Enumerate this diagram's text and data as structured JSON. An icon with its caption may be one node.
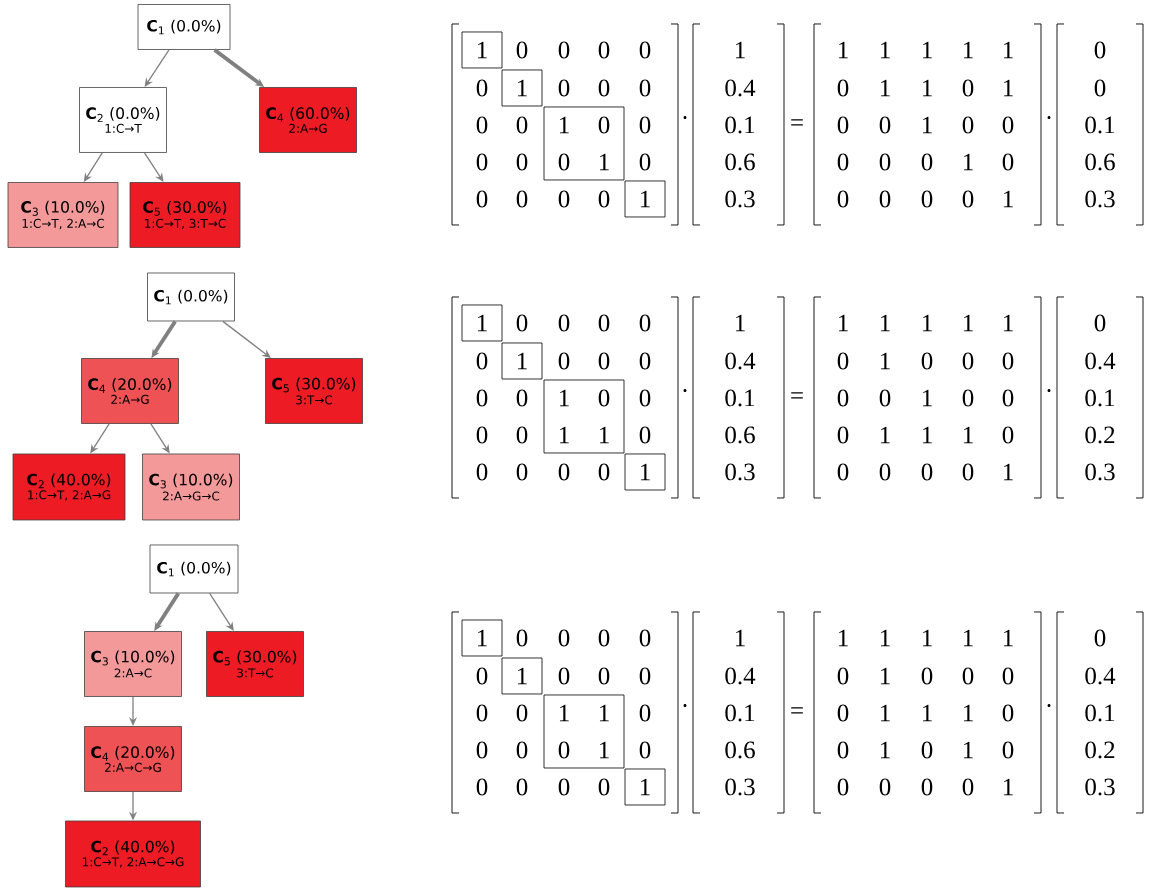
{
  "diagram": {
    "nodes": [
      {
        "text": [
          "**C**$_{1}$ (0.0%)"
        ]
      },
      {
        "text": [
          "**C**$_{2}$ (0.0%)",
          "1:C→T"
        ]
      },
      {
        "text": [
          "**C**$_{4}$ (60.0%)",
          "2:A→G"
        ]
      },
      {
        "text": [
          "**C**$_{3}$ (10.0%)",
          "1:C→T, 2:A→C"
        ]
      },
      {
        "text": [
          "**C**$_{5}$ (30.0%)",
          "1:C→T, 3:T→C"
        ]
      },
      {
        "text": [
          "**C**$_{1}$ (0.0%)"
        ]
      },
      {
        "text": [
          "**C**$_{4}$ (20.0%)",
          "2:A→G"
        ]
      },
      {
        "text": [
          "**C**$_{5}$ (30.0%)",
          "3:T→C"
        ]
      },
      {
        "text": [
          "**C**$_{2}$ (40.0%)",
          "1:C→T, 2:A→G"
        ]
      },
      {
        "text": [
          "**C**$_{3}$ (10.0%)",
          "2:A→G→C"
        ]
      },
      {
        "text": [
          "**C**$_{1}$ (0.0%)"
        ]
      },
      {
        "text": [
          "**C**$_{3}$ (10.0%)",
          "2:A→C"
        ]
      },
      {
        "text": [
          "**C**$_{5}$ (30.0%)",
          "3:T→C"
        ]
      },
      {
        "text": [
          "**C**$_{4}$ (20.0%)",
          "2:A→C→G"
        ]
      },
      {
        "text": [
          "**C**$_{2}$ (40.0%)",
          "1:C→T, 2:A→C→G"
        ]
      }
    ],
    "edges": [
      {
        "from": 0,
        "to": 1,
        "arrow": "to"
      },
      {
        "from": 0,
        "to": 2,
        "arrow": "to",
        "style": "thick"
      },
      {
        "from": 1,
        "to": 3,
        "arrow": "to"
      },
      {
        "from": 1,
        "to": 4,
        "arrow": "to"
      },
      {
        "from": 5,
        "to": 6,
        "arrow": "to",
        "style": "thick"
      },
      {
        "from": 5,
        "to": 7,
        "arrow": "to"
      },
      {
        "from": 6,
        "to": 8,
        "arrow": "to"
      },
      {
        "from": 6,
        "to": 9,
        "arrow": "to"
      },
      {
        "from": 10,
        "to": 11,
        "arrow": "to",
        "style": "thick"
      },
      {
        "from": 10,
        "to": 12,
        "arrow": "to"
      },
      {
        "from": 11,
        "to": 13,
        "arrow": "to"
      },
      {
        "from": 13,
        "to": 14,
        "arrow": "to"
      }
    ],
    "labels": [
      "1",
      "0",
      "0",
      "0",
      "0",
      "1",
      "1",
      "1",
      "1",
      "1",
      "1",
      "0",
      "0",
      "1",
      "0",
      "0",
      "0",
      "0.4",
      "0",
      "1",
      "1",
      "0",
      "1",
      "0",
      "0",
      "0",
      "1",
      "0",
      "0",
      "0.1",
      "0",
      "0",
      "1",
      "0",
      "0",
      "0.1",
      "0",
      "0",
      "0",
      "1",
      "0",
      "0.6",
      "0",
      "0",
      "0",
      "1",
      "0",
      "0.6",
      "0",
      "0",
      "0",
      "0",
      "1",
      "0.3",
      "0",
      "0",
      "0",
      "0",
      "1",
      "0.3",
      "·",
      "=",
      "·",
      "1",
      "0",
      "0",
      "0",
      "0",
      "1",
      "1",
      "1",
      "1",
      "1",
      "1",
      "0",
      "0",
      "1",
      "0",
      "0",
      "0",
      "0.4",
      "0",
      "1",
      "0",
      "0",
      "0",
      "0.4",
      "0",
      "0",
      "1",
      "0",
      "0",
      "0.1",
      "0",
      "0",
      "1",
      "0",
      "0",
      "0.1",
      "0",
      "0",
      "1",
      "1",
      "0",
      "0.6",
      "0",
      "1",
      "1",
      "1",
      "0",
      "0.2",
      "0",
      "0",
      "0",
      "0",
      "1",
      "0.3",
      "0",
      "0",
      "0",
      "0",
      "1",
      "0.3",
      "·",
      "=",
      "·",
      "1",
      "0",
      "0",
      "0",
      "0",
      "1",
      "1",
      "1",
      "1",
      "1",
      "1",
      "0",
      "0",
      "1",
      "0",
      "0",
      "0",
      "0.4",
      "0",
      "1",
      "0",
      "0",
      "0",
      "0.4",
      "0",
      "0",
      "1",
      "1",
      "0",
      "0.1",
      "0",
      "1",
      "1",
      "1",
      "0",
      "0.1",
      "0",
      "0",
      "0",
      "1",
      "0",
      "0.6",
      "0",
      "1",
      "0",
      "1",
      "0",
      "0.2",
      "0",
      "0",
      "0",
      "0",
      "1",
      "0.3",
      "0",
      "0",
      "0",
      "0",
      "1",
      "0.3",
      "·",
      "=",
      "·"
    ]
  }
}
